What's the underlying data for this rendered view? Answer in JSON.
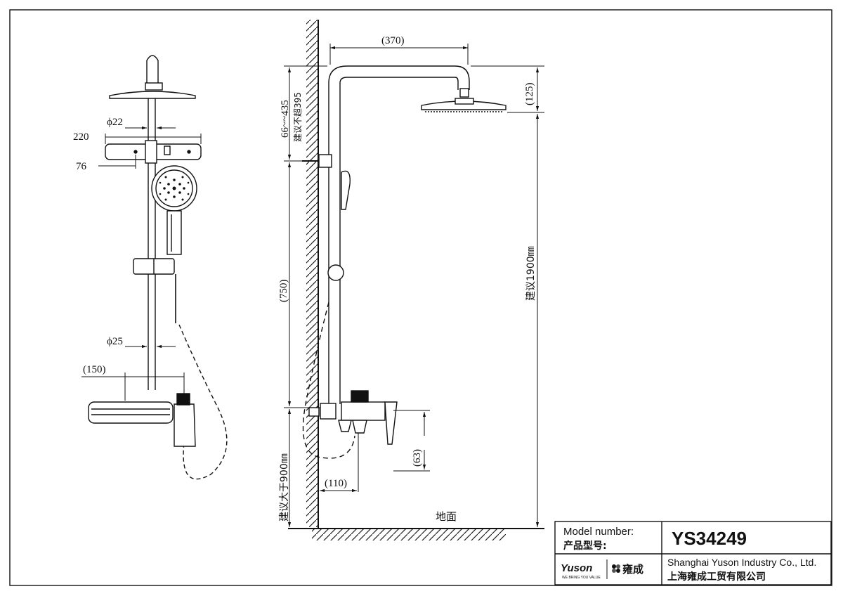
{
  "front_view": {
    "dim_pipe_top": "ϕ22",
    "dim_bracket_width": "220",
    "dim_bracket_holes": "76",
    "dim_pipe_bottom": "ϕ25",
    "dim_shelf": "(150)"
  },
  "side_view": {
    "dim_arm_reach": "(370)",
    "dim_head_drop": "(125)",
    "dim_bracket_range": "66~~435",
    "note_bracket": "建议不超395",
    "dim_slide": "(750)",
    "dim_mixer_height": "建议大于900㎜",
    "dim_total_height": "建议1900㎜",
    "dim_spout_drop": "(63)",
    "dim_spout_reach": "(110)",
    "floor_label": "地面"
  },
  "title_block": {
    "model_label_en": "Model number:",
    "model_label_cn": "产品型号:",
    "model_number": "YS34249",
    "company_en": "Shanghai Yuson Industry Co., Ltd.",
    "company_cn": "上海雍成工贸有限公司",
    "logo_text": "Yuson",
    "logo_tagline": "WE BRING YOU VALUE",
    "logo_cn": "雍成"
  }
}
